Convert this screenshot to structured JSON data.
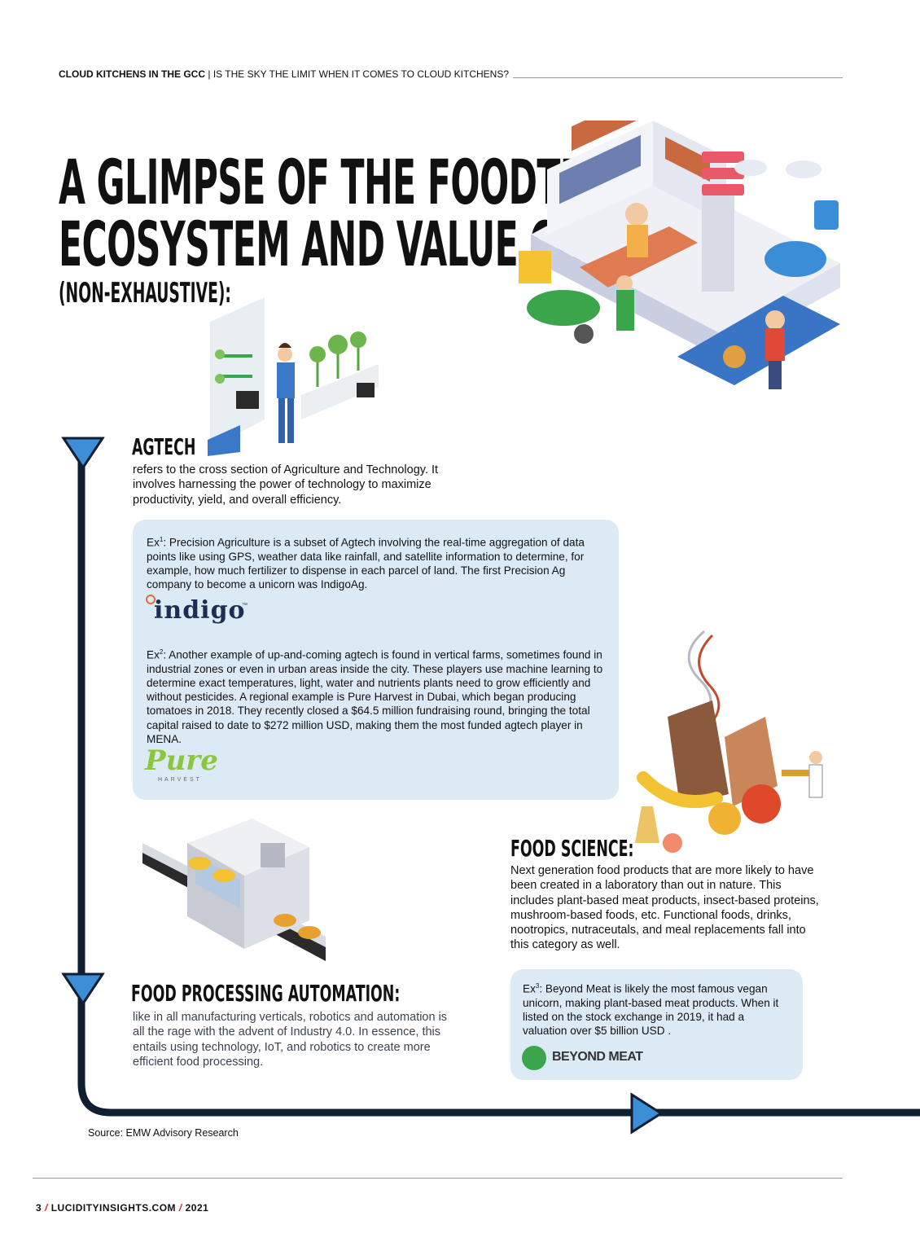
{
  "header": {
    "section": "CLOUD KITCHENS IN THE GCC",
    "separator": "|",
    "subtitle": "IS THE SKY THE LIMIT WHEN IT COMES TO CLOUD KITCHENS?"
  },
  "title": {
    "line1": "A GLIMPSE OF THE FOODTECH",
    "line2": "ECOSYSTEM AND VALUE CHAIN",
    "line3": "(NON-EXHAUSTIVE):"
  },
  "agtech": {
    "heading": "AGTECH",
    "body": "refers to the cross section of Agriculture and Technology. It involves harnessing the power of technology to maximize productivity, yield, and overall efficiency.",
    "ex1_label": "Ex",
    "ex1_sup": "1",
    "ex1_text": ": Precision Agriculture is a subset of Agtech involving the real-time aggregation of data points like using GPS, weather data like rainfall, and satellite information to determine, for example, how much fertilizer to dispense in each parcel of land. The first Precision Ag company to become a unicorn was IndigoAg.",
    "logo1": "indigo",
    "logo1_tm": "™",
    "ex2_label": "Ex",
    "ex2_sup": "2",
    "ex2_text": ": Another example of up-and-coming agtech is found in vertical farms, sometimes found in industrial zones or even in urban areas inside the city. These players use machine learning to determine exact temperatures, light, water and nutrients plants need to grow efficiently and without pesticides. A regional example is Pure Harvest in Dubai, which began producing tomatoes in 2018. They recently closed a $64.5 million fundraising round, bringing the total capital raised to date to $272 million USD, making them the most funded agtech player in MENA.",
    "logo2_main": "Pure",
    "logo2_sub": "HARVEST"
  },
  "food_science": {
    "heading": "FOOD SCIENCE:",
    "body": "Next generation food products that are more likely to have been created in a laboratory than out in nature. This includes plant-based meat products, insect-based proteins, mushroom-based foods, etc. Functional foods, drinks, nootropics, nutraceutals, and meal replacements fall into this category as well.",
    "ex3_label": "Ex",
    "ex3_sup": "3",
    "ex3_text": ": Beyond Meat is likely the most famous vegan unicorn, making plant-based meat products. When it listed on the stock exchange in 2019, it had a valuation over $5 billion USD .",
    "logo3": "BEYOND MEAT"
  },
  "automation": {
    "heading": "FOOD PROCESSING AUTOMATION:",
    "body": "like in all manufacturing verticals, robotics and automation is all the rage with the advent of Industry 4.0. In essence, this entails using technology, IoT, and robotics to create more efficient food processing."
  },
  "source": "Source: EMW Advisory Research",
  "footer": {
    "page": "3",
    "site": "LUCIDITYINSIGHTS.COM",
    "year": "2021"
  },
  "colors": {
    "timeline": "#0f1e33",
    "arrow": "#3c8fd6",
    "box": "#dceaf6",
    "accent_red": "#d8262a",
    "pure_green": "#8cc63f",
    "beyond_green": "#3aa54a"
  }
}
